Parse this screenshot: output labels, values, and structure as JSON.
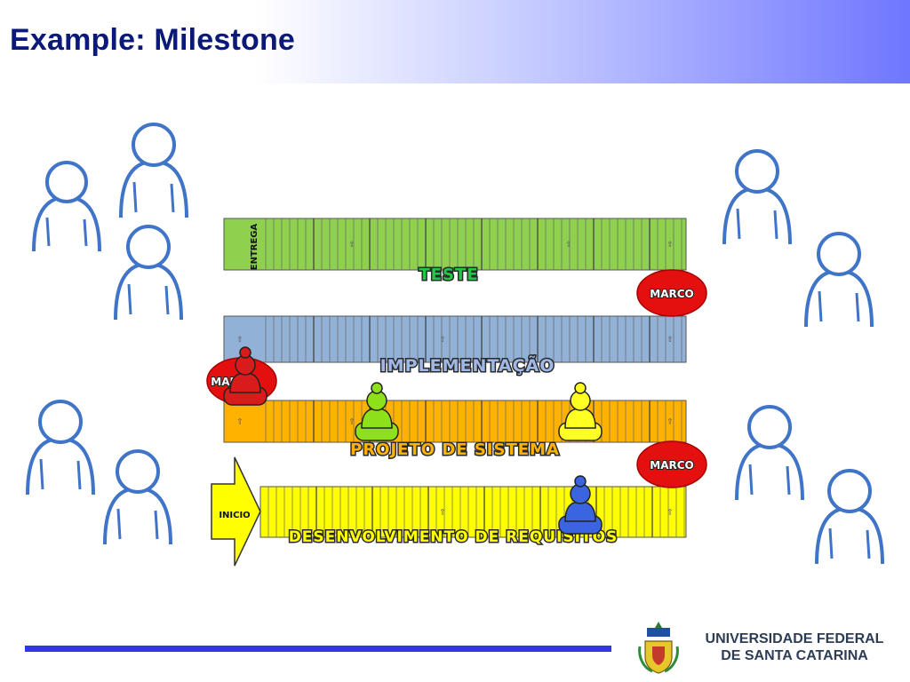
{
  "title": "Example: Milestone",
  "lanes": [
    {
      "stage": "TESTE",
      "color": "#8fd14f",
      "side_label": "ENTREGA",
      "label_color": "#22c74a"
    },
    {
      "stage": "IMPLEMENTAÇÃO",
      "color": "#92b1d6",
      "side_label": "",
      "label_color": "#9fb8e6"
    },
    {
      "stage": "PROJETO DE SISTEMA",
      "color": "#ffb300",
      "side_label": "",
      "label_color": "#ffb300"
    },
    {
      "stage": "DESENVOLVIMENTO DE REQUISITOS",
      "color": "#ffff00",
      "side_label": "INICIO",
      "label_color": "#ffff00"
    }
  ],
  "markers": [
    "MARCO",
    "MARCO",
    "MARCO"
  ],
  "pawn_colors": {
    "red": "#d81c1c",
    "green": "#8ee01a",
    "yellow": "#ffff22",
    "blue": "#3a64e0"
  },
  "people_icon": "person-outline-icon",
  "arrow_glyph": "⇧",
  "footer": {
    "line1": "UNIVERSIDADE FEDERAL",
    "line2": "DE SANTA CATARINA"
  },
  "colors": {
    "title": "#0b1a78",
    "rule": "#3535e8",
    "marker_fill": "#e41010",
    "person_stroke": "#3f74c8"
  }
}
